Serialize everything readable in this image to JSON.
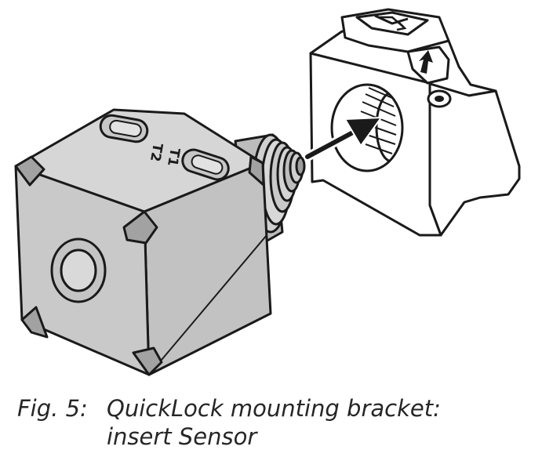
{
  "figure": {
    "label": "Fig. 5:",
    "caption_line1": "QuickLock mounting bracket:",
    "caption_line2": "insert Sensor"
  },
  "sensor": {
    "markings": [
      "T2",
      "T1"
    ]
  },
  "colors": {
    "housing_front": "#c9c9c9",
    "housing_side": "#bdbdbd",
    "housing_top": "#d6d6d6",
    "corner_caps": "#a2a2a2",
    "bracket": "#ffffff",
    "outline": "#1a1a1a"
  },
  "icons": [
    "insert-arrow-icon",
    "lock-arrow-icon"
  ]
}
